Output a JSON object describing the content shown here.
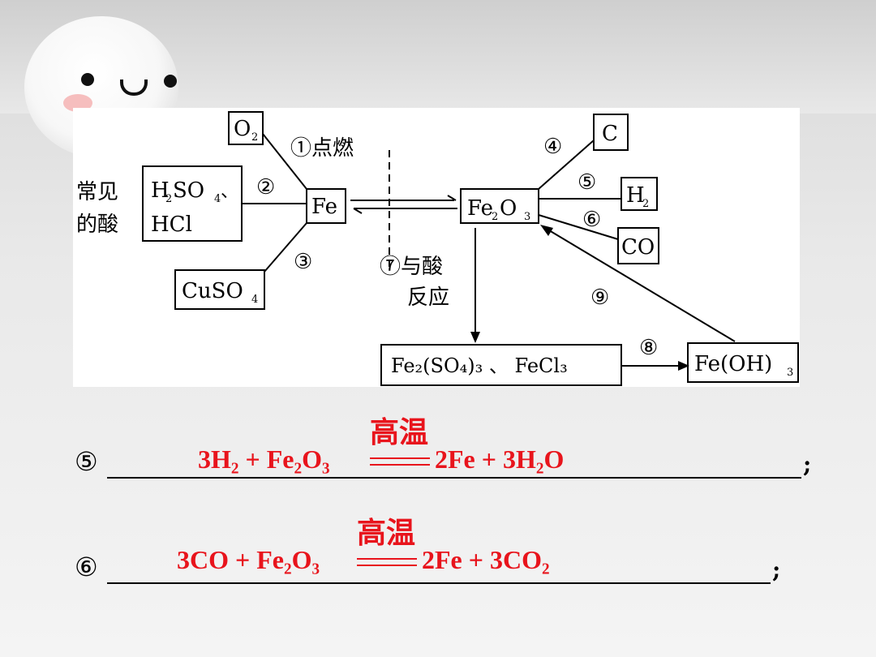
{
  "diagram": {
    "O2": "O",
    "O2_sub": "2",
    "r1": "①点燃",
    "acids_label_1": "常见",
    "acids_label_2": "的酸",
    "acid_1": "H",
    "acid_1b": "SO",
    "acid_1c": "、",
    "acid_2": "HCl",
    "r2": "②",
    "Fe": "Fe",
    "r3": "③",
    "CuSO4": "CuSO",
    "CuSO4_sub": "4",
    "r7_1": "⑦与酸",
    "r7_2": "反应",
    "Fe2O3_a": "Fe",
    "Fe2O3_b": "O",
    "r4": "④",
    "C": "C",
    "r5": "⑤",
    "H2": "H",
    "H2_sub": "2",
    "r6": "⑥",
    "CO": "CO",
    "r9": "⑨",
    "r8": "⑧",
    "salts": "Fe₂(SO₄)₃ 、 FeCl₃",
    "FeOH3": "Fe(OH)",
    "FeOH3_sub": "3",
    "sub2": "2",
    "sub3": "3",
    "sub4": "4"
  },
  "equations": [
    {
      "num": "⑤",
      "left": "3H₂ + Fe₂O₃",
      "condition": "高温",
      "right": "2Fe + 3H₂O",
      "end": ";"
    },
    {
      "num": "⑥",
      "left": "3CO + Fe₂O₃",
      "condition": "高温",
      "right": "2Fe + 3CO₂",
      "end": ";"
    }
  ]
}
